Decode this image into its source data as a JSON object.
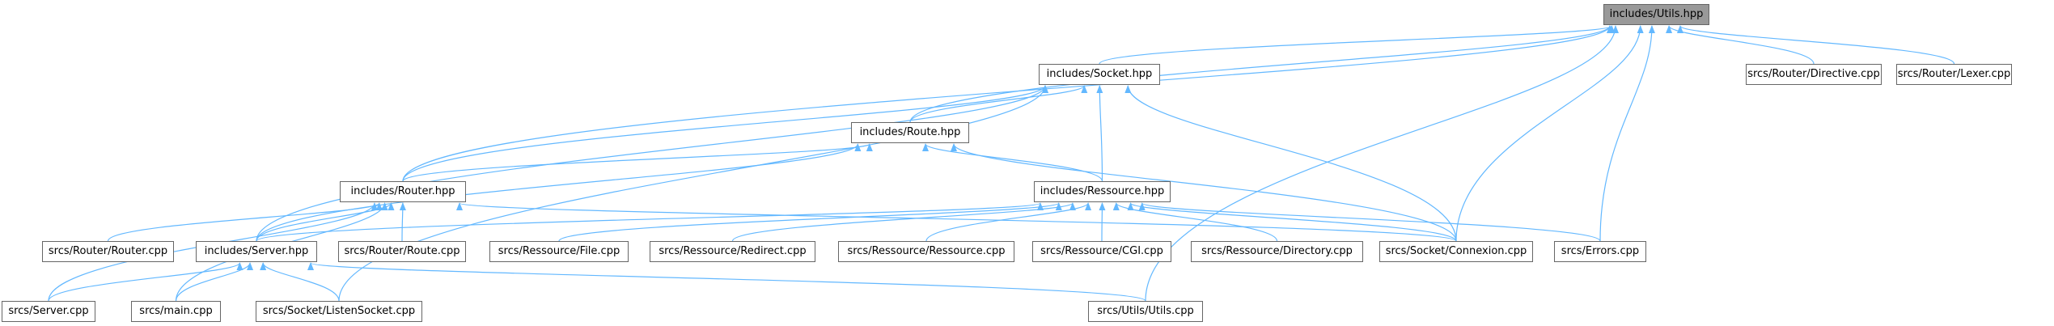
{
  "colors": {
    "edge": "#63b8ff",
    "node_border": "#666666",
    "root_fill": "#999999",
    "node_fill": "#ffffff"
  },
  "nodes": {
    "utils_hpp": "includes/Utils.hpp",
    "socket_hpp": "includes/Socket.hpp",
    "route_hpp": "includes/Route.hpp",
    "router_hpp": "includes/Router.hpp",
    "ressource_hpp": "includes/Ressource.hpp",
    "server_hpp": "includes/Server.hpp",
    "directive_cpp": "srcs/Router/Directive.cpp",
    "lexer_cpp": "srcs/Router/Lexer.cpp",
    "router_cpp": "srcs/Router/Router.cpp",
    "route_cpp": "srcs/Router/Route.cpp",
    "file_cpp": "srcs/Ressource/File.cpp",
    "redirect_cpp": "srcs/Ressource/Redirect.cpp",
    "ressource_cpp": "srcs/Ressource/Ressource.cpp",
    "cgi_cpp": "srcs/Ressource/CGI.cpp",
    "directory_cpp": "srcs/Ressource/Directory.cpp",
    "connexion_cpp": "srcs/Socket/Connexion.cpp",
    "errors_cpp": "srcs/Errors.cpp",
    "server_cpp": "srcs/Server.cpp",
    "main_cpp": "srcs/main.cpp",
    "listensocket_cpp": "srcs/Socket/ListenSocket.cpp",
    "utils_cpp": "srcs/Utils/Utils.cpp"
  }
}
